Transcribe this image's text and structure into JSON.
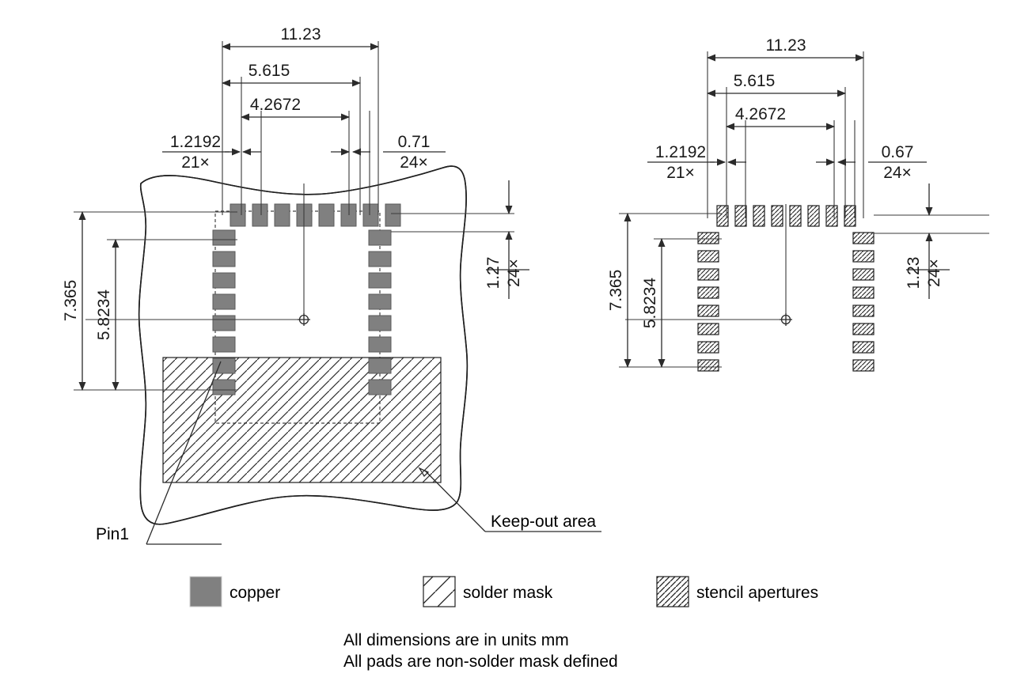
{
  "title": "PCB Land Pattern / Stencil Drawing",
  "colors": {
    "copper": "#808080",
    "line": "#2b2b2b",
    "background": "#ffffff"
  },
  "left_view": {
    "name": "copper-and-solder-mask-view",
    "dimensions": {
      "overall_width": "11.23",
      "half_width": "5.615",
      "inner_width": "4.2672",
      "pad_pitch_horizontal": {
        "value": "1.2192",
        "count": "21×"
      },
      "pad_width": {
        "value": "0.71",
        "count": "24×"
      },
      "overall_height": "7.365",
      "inner_height": "5.8234",
      "pad_pitch_vertical": {
        "value": "1.27",
        "count": "24×"
      }
    },
    "annotations": {
      "pin1": "Pin1",
      "keepout": "Keep-out area"
    },
    "pad_counts": {
      "top_row": 8,
      "left_column": 8,
      "right_column": 8
    }
  },
  "right_view": {
    "name": "stencil-aperture-view",
    "dimensions": {
      "overall_width": "11.23",
      "half_width": "5.615",
      "inner_width": "4.2672",
      "aperture_pitch_horizontal": {
        "value": "1.2192",
        "count": "21×"
      },
      "aperture_width": {
        "value": "0.67",
        "count": "24×"
      },
      "overall_height": "7.365",
      "inner_height": "5.8234",
      "aperture_pitch_vertical": {
        "value": "1.23",
        "count": "24×"
      }
    },
    "pad_counts": {
      "top_row": 8,
      "left_column": 8,
      "right_column": 8
    }
  },
  "legend": {
    "items": [
      {
        "key": "copper",
        "label": "copper",
        "swatch": "solid-gray"
      },
      {
        "key": "solder-mask",
        "label": "solder mask",
        "swatch": "sparse-hatch"
      },
      {
        "key": "stencil-apertures",
        "label": "stencil apertures",
        "swatch": "dense-hatch"
      }
    ]
  },
  "notes": {
    "line1": "All dimensions are in units mm",
    "line2": "All pads are non-solder mask defined"
  }
}
